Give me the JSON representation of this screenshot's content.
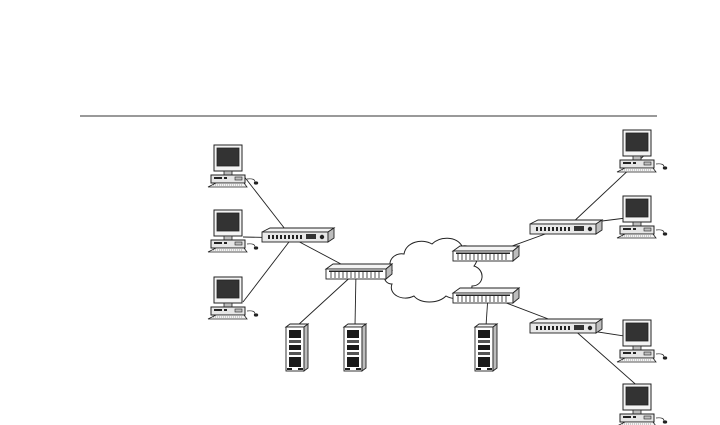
{
  "diagram": {
    "description_free": true,
    "colors": {
      "line": "#222222",
      "fill_light": "#f4f4f4",
      "fill_mid": "#bdbdbd",
      "fill_dark": "#1a1a1a",
      "screen": "#333333",
      "background": "#ffffff"
    },
    "nodes": [
      {
        "id": "pc-left-1",
        "kind": "workstation",
        "icon": "desktop-computer-icon"
      },
      {
        "id": "pc-left-2",
        "kind": "workstation",
        "icon": "desktop-computer-icon"
      },
      {
        "id": "pc-left-3",
        "kind": "workstation",
        "icon": "desktop-computer-icon"
      },
      {
        "id": "switch-left",
        "kind": "switch",
        "icon": "network-switch-icon"
      },
      {
        "id": "router-left",
        "kind": "router",
        "icon": "network-router-icon"
      },
      {
        "id": "server-1",
        "kind": "server",
        "icon": "tower-server-icon"
      },
      {
        "id": "server-2",
        "kind": "server",
        "icon": "tower-server-icon"
      },
      {
        "id": "cloud",
        "kind": "wan-cloud",
        "icon": "cloud-icon"
      },
      {
        "id": "router-right-top",
        "kind": "router",
        "icon": "network-router-icon"
      },
      {
        "id": "router-right-bottom",
        "kind": "router",
        "icon": "network-router-icon"
      },
      {
        "id": "server-3",
        "kind": "server",
        "icon": "tower-server-icon"
      },
      {
        "id": "switch-right-top",
        "kind": "switch",
        "icon": "network-switch-icon"
      },
      {
        "id": "switch-right-bottom",
        "kind": "switch",
        "icon": "network-switch-icon"
      },
      {
        "id": "pc-right-1",
        "kind": "workstation",
        "icon": "desktop-computer-icon"
      },
      {
        "id": "pc-right-2",
        "kind": "workstation",
        "icon": "desktop-computer-icon"
      },
      {
        "id": "pc-right-3",
        "kind": "workstation",
        "icon": "desktop-computer-icon"
      },
      {
        "id": "pc-right-4",
        "kind": "workstation",
        "icon": "desktop-computer-icon"
      }
    ],
    "links": [
      [
        "pc-left-1",
        "switch-left"
      ],
      [
        "pc-left-2",
        "switch-left"
      ],
      [
        "pc-left-3",
        "switch-left"
      ],
      [
        "switch-left",
        "router-left"
      ],
      [
        "router-left",
        "server-1"
      ],
      [
        "router-left",
        "server-2"
      ],
      [
        "router-left",
        "cloud"
      ],
      [
        "cloud",
        "router-right-top"
      ],
      [
        "cloud",
        "router-right-bottom"
      ],
      [
        "router-right-top",
        "switch-right-top"
      ],
      [
        "router-right-bottom",
        "server-3"
      ],
      [
        "router-right-bottom",
        "switch-right-bottom"
      ],
      [
        "switch-right-top",
        "pc-right-1"
      ],
      [
        "switch-right-top",
        "pc-right-2"
      ],
      [
        "switch-right-bottom",
        "pc-right-3"
      ],
      [
        "switch-right-bottom",
        "pc-right-4"
      ]
    ]
  }
}
